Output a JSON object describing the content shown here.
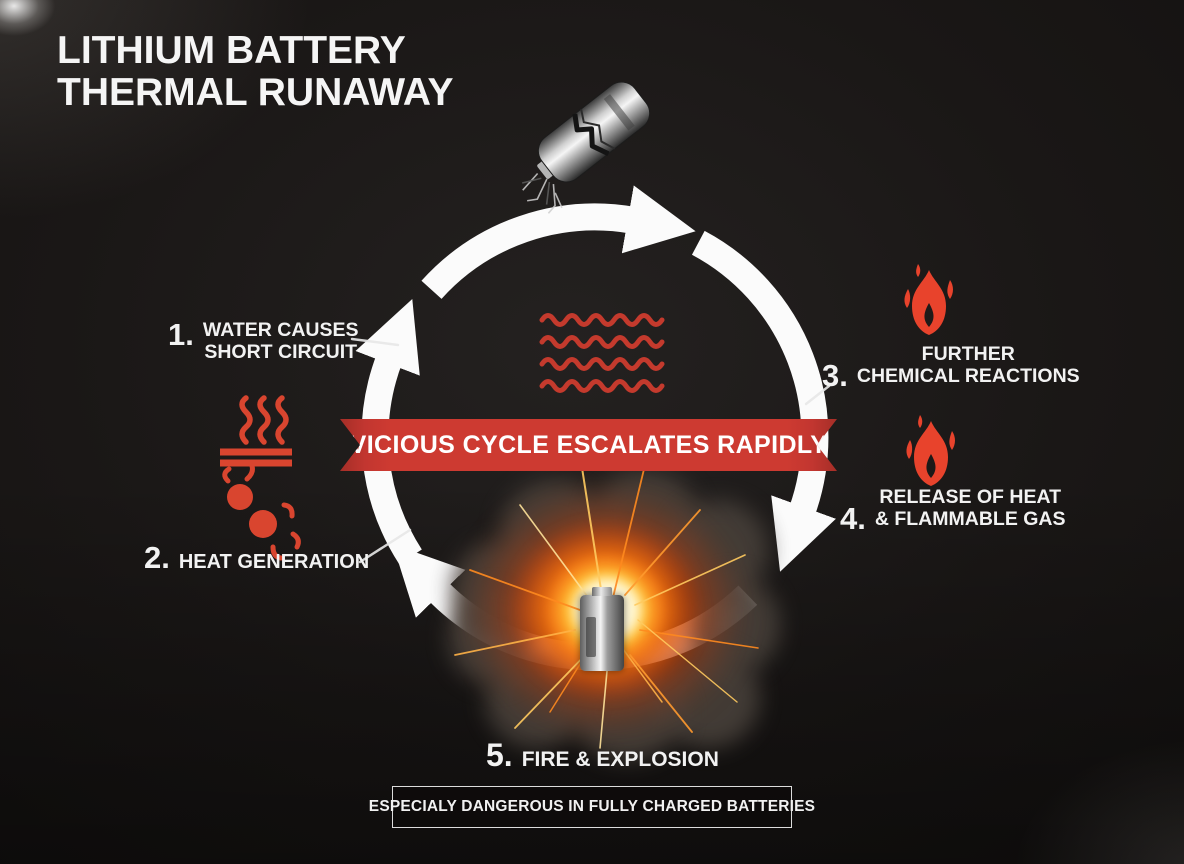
{
  "title": {
    "line1": "LITHIUM BATTERY",
    "line2": "THERMAL RUNAWAY"
  },
  "cycle_banner": {
    "label": "VICIOUS CYCLE ESCALATES RAPIDLY"
  },
  "steps": [
    {
      "number": "1.",
      "lines": [
        "WATER CAUSES",
        "SHORT CIRCUIT"
      ]
    },
    {
      "number": "2.",
      "lines": [
        "HEAT GENERATION"
      ]
    },
    {
      "number": "3.",
      "lines": [
        "FURTHER",
        "CHEMICAL REACTIONS"
      ]
    },
    {
      "number": "4.",
      "lines": [
        "RELEASE OF HEAT",
        "& FLAMMABLE GAS"
      ]
    },
    {
      "number": "5.",
      "lines": [
        "FIRE & EXPLOSION"
      ]
    }
  ],
  "footer": {
    "note": "ESPECIALY DANGEROUS IN FULLY CHARGED BATTERIES"
  },
  "icons": [
    "cracked-battery-icon",
    "cycle-arrows-icon",
    "heat-waves-icon",
    "steam-icon",
    "molecules-icon",
    "flame-icon",
    "flame-icon",
    "explosion-icon"
  ],
  "colors": {
    "background": "#131110",
    "ribbon_red": "#cd3a31",
    "icon_red": "#d9452f",
    "wave_red": "#c43a2d",
    "arrow_white": "#fbfbfb",
    "text_white": "#f2f2f2"
  }
}
